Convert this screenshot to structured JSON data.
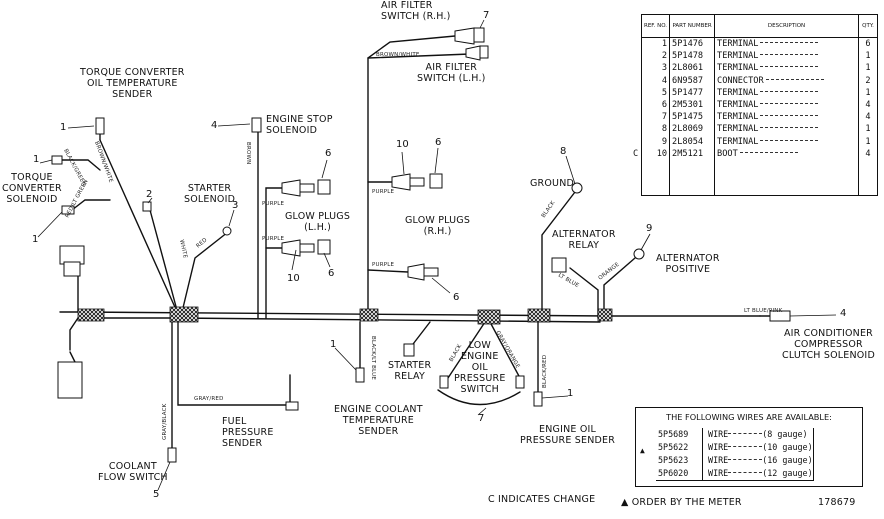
{
  "labels": {
    "torque_converter_oil_temperature_sender": "TORQUE CONVERTER\nOIL TEMPERATURE\nSENDER",
    "torque_converter_solenoid": "TORQUE\nCONVERTER\nSOLENOID",
    "starter_solenoid": "STARTER\nSOLENOID",
    "engine_stop_solenoid": "ENGINE STOP\nSOLENOID",
    "glow_plugs_lh": "GLOW PLUGS\n(L.H.)",
    "glow_plugs_rh": "GLOW PLUGS\n(R.H.)",
    "air_filter_switch_rh": "AIR FILTER\nSWITCH (R.H.)",
    "air_filter_switch_lh": "AIR FILTER\nSWITCH (L.H.)",
    "ground": "GROUND",
    "alternator_relay": "ALTERNATOR\nRELAY",
    "alternator_positive": "ALTERNATOR\nPOSITIVE",
    "air_conditioner_clutch_solenoid": "AIR CONDITIONER\nCOMPRESSOR\nCLUTCH SOLENOID",
    "starter_relay": "STARTER\nRELAY",
    "low_engine_oil_pressure_switch": "LOW\nENGINE\nOIL\nPRESSURE\nSWITCH",
    "engine_coolant_temperature_sender": "ENGINE COOLANT\nTEMPERATURE\nSENDER",
    "fuel_pressure_sender": "FUEL\nPRESSURE\nSENDER",
    "coolant_flow_switch": "COOLANT\nFLOW SWITCH",
    "engine_oil_pressure_sender": "ENGINE OIL\nPRESSURE SENDER"
  },
  "callouts": {
    "c1": "1",
    "c2": "1",
    "c3": "2",
    "c4": "3",
    "c5": "4",
    "c6": "6",
    "c7": "10",
    "c8": "6",
    "c9": "7",
    "c10": "10",
    "c11": "6",
    "c12": "6",
    "c13": "8",
    "c14": "9",
    "c15": "4",
    "c16": "1",
    "c17": "7",
    "c18": "1",
    "c19": "5",
    "c20": "1"
  },
  "wire_colors": {
    "w1": "BLACK/GREEN",
    "w2": "BROWN/WHITE",
    "w3": "RED/LT GREEN",
    "w4": "WHITE",
    "w5": "RED",
    "w6": "BROWN",
    "w7": "PURPLE",
    "w8": "PURPLE",
    "w9": "BROWN/WHITE",
    "w10": "PURPLE",
    "w11": "PURPLE",
    "w12": "BLACK",
    "w13": "LT BLUE",
    "w14": "ORANGE",
    "w15": "LT BLUE/PINK",
    "w16": "BLACK/LT BLUE",
    "w17": "BLACK",
    "w18": "GRAY/ORANGE",
    "w19": "BLACK/RED",
    "w20": "GRAY/RED",
    "w21": "GRAY/BLACK"
  },
  "parts_table": {
    "headers": {
      "ref": "REF.\nNO.",
      "part": "PART\nNUMBER",
      "desc": "DESCRIPTION",
      "qty": "QTY."
    },
    "rows": [
      {
        "c": "",
        "ref": "1",
        "part": "5P1476",
        "desc": "TERMINAL",
        "qty": "6"
      },
      {
        "c": "",
        "ref": "2",
        "part": "5P1478",
        "desc": "TERMINAL",
        "qty": "1"
      },
      {
        "c": "",
        "ref": "3",
        "part": "2L8061",
        "desc": "TERMINAL",
        "qty": "1"
      },
      {
        "c": "",
        "ref": "4",
        "part": "6N9587",
        "desc": "CONNECTOR",
        "qty": "2"
      },
      {
        "c": "",
        "ref": "5",
        "part": "5P1477",
        "desc": "TERMINAL",
        "qty": "1"
      },
      {
        "c": "",
        "ref": "6",
        "part": "2M5301",
        "desc": "TERMINAL",
        "qty": "4"
      },
      {
        "c": "",
        "ref": "7",
        "part": "5P1475",
        "desc": "TERMINAL",
        "qty": "4"
      },
      {
        "c": "",
        "ref": "8",
        "part": "2L8069",
        "desc": "TERMINAL",
        "qty": "1"
      },
      {
        "c": "",
        "ref": "9",
        "part": "2L8054",
        "desc": "TERMINAL",
        "qty": "1"
      },
      {
        "c": "C",
        "ref": "10",
        "part": "2M5121",
        "desc": "BOOT",
        "qty": "4"
      }
    ]
  },
  "wire_box": {
    "title": "THE FOLLOWING WIRES ARE AVAILABLE:",
    "marker": "▲",
    "rows": [
      {
        "part": "5P5689",
        "item": "WIRE",
        "gauge": "(8 gauge)"
      },
      {
        "part": "5P5622",
        "item": "WIRE",
        "gauge": "(10 gauge)"
      },
      {
        "part": "5P5623",
        "item": "WIRE",
        "gauge": "(16 gauge)"
      },
      {
        "part": "5P6020",
        "item": "WIRE",
        "gauge": "(12 gauge)"
      }
    ]
  },
  "footer": {
    "change_note": "C INDICATES CHANGE",
    "meter_note": "▲ ORDER BY THE METER",
    "figure_number": "178679"
  }
}
